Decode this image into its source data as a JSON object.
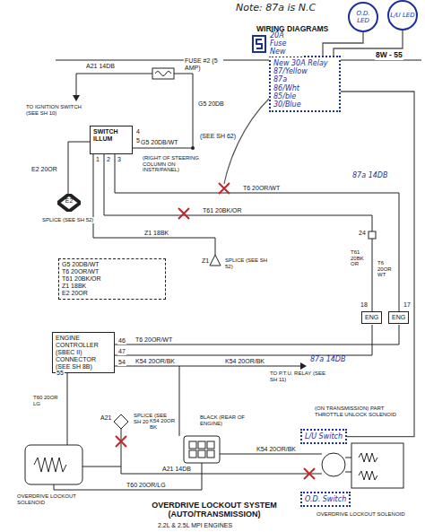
{
  "diagram": {
    "title": "OVERDRIVE LOCKOUT SYSTEM (AUTO/TRANSMISSION)",
    "nodes": [
      {
        "text": [
          "SWITCH",
          "ILLUM"
        ]
      },
      {
        "text": [
          "ENGINE CONTROLLER (SBEC II) CONNECTOR (SEE SH 8B)"
        ]
      },
      {
        "text": [
          "New 30A Relay",
          "87/Yellow",
          "87a",
          "86/Wht",
          "85/ble",
          "30/Blue"
        ]
      },
      {
        "text": [
          "O.D. LED"
        ]
      },
      {
        "text": [
          "L/U LED"
        ]
      },
      {
        "text": [
          "L/U Switch"
        ]
      },
      {
        "text": [
          "O.D. Switch"
        ]
      },
      {
        "text": [
          "ENG"
        ]
      },
      {
        "text": [
          "ENG"
        ]
      },
      {
        "text": [
          "E2"
        ]
      },
      {
        "text": [
          "G5 20DB/WT",
          "T6 20OR/WT",
          "T61 20BK/OR",
          "Z1 18BK",
          "E2 20OR"
        ]
      }
    ],
    "edges": [
      {
        "from": 2,
        "to": 3,
        "arrow": "none"
      },
      {
        "from": 2,
        "to": 4,
        "arrow": "none"
      },
      {
        "from": 2,
        "to": 5,
        "arrow": "none"
      }
    ],
    "labels": [
      "Note: 87a is N.C",
      "WIRING DIAGRAMS",
      "8W - 55",
      "20A Fuse New",
      "A21 14DB",
      "FUSE #2 (5 AMP)",
      "TO IGNITION SWITCH (SEE SH 10)",
      "G5 20DB",
      "(SEE SH 62)",
      "G5 20DB/WT",
      "(RIGHT OF STEERING COLUMN ON INSTR/PANEL)",
      "1",
      "2",
      "3",
      "4",
      "5",
      "E2 20OR",
      "SPLICE (SEE SH 52)",
      "T6 20OR/WT",
      "T61 20BK/OR",
      "Z1 18BK",
      "Z1",
      "SPLICE (SEE SH 52)",
      "24",
      "T61 20BK OR",
      "T6 20OR WT",
      "87a 14DB",
      "18",
      "17",
      "46",
      "47",
      "54",
      "T6 20OR/WT",
      "K54 20OR/BK",
      "K54 20OR/BK",
      "87a 14DB",
      "TO P.T.U. RELAY (SEE SH 11)",
      "55",
      "T60 20OR LG",
      "A21",
      "SPLICE (SEE SH 20)",
      "K54 20OR BK",
      "BLACK (REAR OF ENGINE)",
      "K54 20OR/BK",
      "A21 14DB",
      "T60 20OR/LG",
      "(ON TRANSMISSION) PART THROTTLE UNLOCK SOLENOID",
      "OVERDRIVE LOCKOUT SOLENOID",
      "OVERDRIVE LOCKOUT SOLENOID",
      "2.2L & 2.5L MPI ENGINES"
    ]
  }
}
